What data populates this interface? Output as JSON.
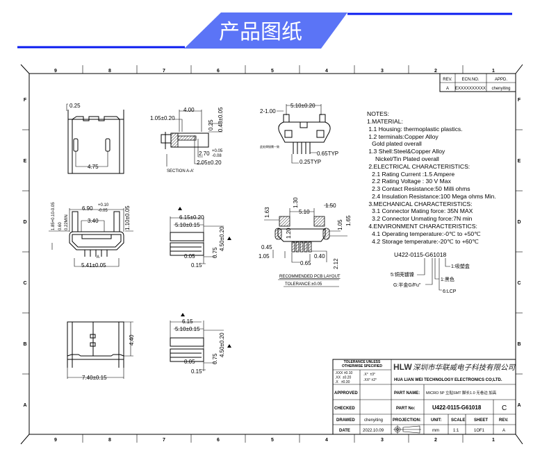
{
  "banner": {
    "title": "产品图纸",
    "accent": "#5b74f6",
    "line_color": "#0a1cf0"
  },
  "frame": {
    "columns": [
      "9",
      "8",
      "7",
      "6",
      "5",
      "4",
      "3",
      "2",
      "1"
    ],
    "rows": [
      "F",
      "E",
      "D",
      "C",
      "B",
      "A"
    ]
  },
  "revision": {
    "headers": [
      "REV.",
      "ECN.NO.",
      "APPD."
    ],
    "row": [
      "A",
      "EXXXXXXXXXX",
      "chenyiting"
    ]
  },
  "views": {
    "front_top": {
      "d1": "0.25",
      "d2": "4.75"
    },
    "section": {
      "d1": "4.00",
      "d2": "1.05±0.20",
      "d3": "0.25",
      "d4": "0.48±0.05",
      "d5": "2.70",
      "d5_tol_plus": "+0.05",
      "d5_tol_minus": "-0.08",
      "d6": "2.05±0.20",
      "label": "SECTION A-A'"
    },
    "rear": {
      "d1": "5.10±0.20",
      "d2": "2-1.00",
      "d3": "0.65TYP",
      "d4": "0.25TYP",
      "note": "此处焊接需一致"
    },
    "front_mid": {
      "d1": "6.90",
      "d1_tol_plus": "+0.10",
      "d1_tol_minus": "-0.05",
      "d2": "3.40",
      "d3": "1.85+0.10-0.05",
      "d4": "0.60",
      "d5": "0.22MIN",
      "d6": "1.10±0.05",
      "d7": "5.41±0.05",
      "sec": "A"
    },
    "side_mid": {
      "d1": "6.15±0.20",
      "d2": "5.10±0.15",
      "d3": "4.50±0.20",
      "d4": "0.75",
      "d5": "0.05",
      "d6": "0.15"
    },
    "pcb": {
      "d1": "1.30",
      "d2": "5.10",
      "d3": "1.50",
      "d4": "1.63",
      "d5": "1.05",
      "d6": "1.65",
      "d7": "1.20",
      "d8": "0.45",
      "d9": "1.05",
      "d10": "0.65",
      "d11": "0.40",
      "d12": "2.12",
      "title": "RECOMMENDED PCB LAYOUT",
      "tolerance": "TOLERANCE:±0.05"
    },
    "bottom": {
      "d1": "4.40",
      "d2": "7.40±0.15"
    },
    "side_bottom": {
      "d1": "6.15",
      "d2": "5.10±0.15",
      "d3": "4.50±0.20",
      "d4": "0.75",
      "d5": "0.05",
      "d6": "0.15"
    }
  },
  "notes": [
    "NOTES:",
    "1.MATERIAL:",
    " 1.1 Housing: thermoplastic plastics.",
    " 1.2 terminals:Copper Alloy",
    "   Gold plated overall",
    " 1.3 Shell:Steel&Copper Alloy",
    "     Nickel/Tin Plated overall",
    " 2.ELECTRICAL CHARACTERISTICS:",
    "   2.1 Rating Current :1.5 Ampere",
    "   2.2 Rating Voltage : 30 V Max",
    "   2.3 Contact Resistance:50 Milli ohms",
    "   2.4 Insulation Resistance:100 Mega ohms Min.",
    " 3.MECHANICAL CHARACTERISTICS:",
    "   3.1 Connector Mating force: 35N MAX",
    "   3.2 Connector Unmating force:7N min",
    " 4.ENVIRONMENT CHARACTERISTICS:",
    "   4.1 Operating temperature:-0℃ to +50℃",
    "   4.2 Storage temperature:-20℃ to +60℃"
  ],
  "part_code": {
    "code": "U422-0115-G61018",
    "callouts": [
      "1:吸塑盒",
      "5:铜壳镀镍",
      "1:黑色",
      "G:半金G/Fu\"",
      "6:LCP"
    ]
  },
  "title_block": {
    "tolerance_title": "TOLERANCE UNLESS OTHERWISE SPECIFIED",
    "tolerance_linear": [
      ".XXX ±0.10",
      ".XX  ±0.20",
      ".X   ±0.30"
    ],
    "tolerance_angular": [
      ".X°  ±3°",
      ".XX° ±2°"
    ],
    "logo": "HLW",
    "company_cn": "深圳市华联威电子科技有限公司",
    "company_en": "HUA LIAN WEI TECHNOLOGY ELECTRONICS CO;LTD.",
    "approved_label": "APPROVED",
    "checked_label": "CHECKED",
    "drawed_label": "DRAWED",
    "drawed_value": "chenyiting",
    "date_label": "DATE",
    "date_value": "2022.10.09",
    "part_name_label": "PART NAME:",
    "part_name_value": "MICRO 5P 立贴SMT 脚长1.0 无卷边 加高",
    "part_no_label": "PART No:",
    "part_no_value": "U422-0115-G61018",
    "part_rev": "C",
    "projection_label": "PROJECTION:",
    "unit_label": "UNIT:",
    "unit_value": "mm",
    "scale_label": "SCALE",
    "scale_value": "1:1",
    "sheet_label": "SHEET",
    "sheet_value": "1OF1",
    "rev_label": "REV.",
    "rev_value": "A"
  }
}
